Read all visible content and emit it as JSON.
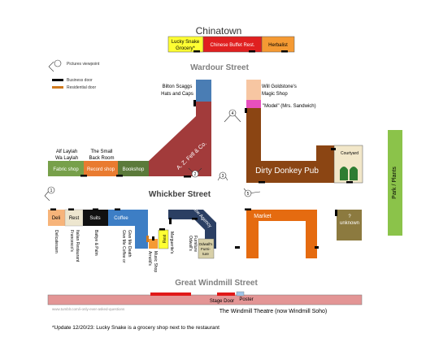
{
  "title": "Chinatown",
  "streets": {
    "wardour": "Wardour Street",
    "whickber": "Whickber Street",
    "great_windmill": "Great Windmill Street"
  },
  "legend": {
    "viewpoint": "Pictures viewpoint",
    "business_door": "Business door",
    "residential_door": "Residential door"
  },
  "chinatown_shops": {
    "lucky_snake_line1": "Lucky Snake",
    "lucky_snake_line2": "Grocery*",
    "chinese_buffet": "Chinese Buffet Rest.",
    "herbalist": "Herbalist"
  },
  "shops": {
    "bilton_line1": "Bilton Scaggs",
    "bilton_line2": "Hats and Caps",
    "az_fell": "A. Z. Fell & Co.",
    "will_goldstone_line1": "Will Goldstone's",
    "will_goldstone_line2": "Magic Shop",
    "model": "\"Model\" (Mrs. Sandwich)",
    "alf_laylah_line1": "Alf Laylah",
    "alf_laylah_line2": "Wa Laylah",
    "small_back_room_line1": "The Small",
    "small_back_room_line2": "Back Room",
    "fabric_shop": "Fabric shop",
    "record_shop": "Record shop",
    "bookshop": "Bookshop",
    "dirty_donkey": "Dirty Donkey Pub",
    "courtyard": "Courtyard",
    "park": "Park / Plants",
    "deli": "Deli",
    "rest": "Rest",
    "suits": "Suits",
    "coffee": "Coffee",
    "new_agency": "New Agency",
    "market": "Market",
    "unknown_line1": "?",
    "unknown_line2": "unknown",
    "rest_small": "Rest",
    "odwall_line1": "Odwall's",
    "odwall_line2": "Furni-",
    "odwall_line3": "ture"
  },
  "below_labels": {
    "delicatessen": "Delicatessen",
    "franceschi_line1": "Francesco's",
    "franceschi_line2": "Italian Restaurant",
    "battye": "Battye & Palm",
    "give_me_coffee_line1": "Give Me Coffee or",
    "give_me_coffee_line2": "Give Me Death",
    "arnold_line1": "Arnold's",
    "arnold_line2": "Music Shop",
    "marguerite": "Marguerite's",
    "odwall_below_line1": "Odwall's",
    "odwall_below_line2": "Furniture"
  },
  "viewpoints": [
    "1",
    "2",
    "3",
    "4",
    "5"
  ],
  "windmill": {
    "stage_door": "Stage Door",
    "poster": "Poster",
    "theatre": "The Windmill Theatre (now Windmill Soho)"
  },
  "watermark": "www.tumblr.com/i-only-ever-asked-questions",
  "footnote": "*Update 12/20/23: Lucky Snake is a grocery shop next to the restaurant",
  "colors": {
    "street_grey": "#808080",
    "fell_red": "#A23B3B",
    "bilton_blue": "#4A7DB4",
    "goldstone_peach": "#F7C6A2",
    "model_pink": "#E84FBE",
    "donkey_brown": "#8B4513",
    "fabric_green": "#77A04A",
    "record_orange": "#E97B30",
    "bookshop_green": "#5B7A3A",
    "lucky_yellow": "#FFFF33",
    "buffet_red": "#E02020",
    "herbalist_orange": "#F59A33",
    "deli_orange": "#F7B47A",
    "rest_cream": "#EDE6CF",
    "suits_black": "#111111",
    "coffee_blue": "#3D7EC5",
    "new_agency_navy": "#2B3F63",
    "market_orange": "#E56B10",
    "unknown_olive": "#8C7A3F",
    "park_green": "#8BC34A",
    "windmill_pink": "#E39595",
    "stage_red": "#E01818",
    "poster_blue": "#9FC5E8",
    "courtyard_beige": "#F2E7C9",
    "business_door": "#000000",
    "residential_door": "#D07A1E"
  }
}
